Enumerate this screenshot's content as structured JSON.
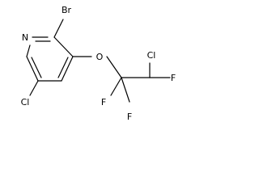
{
  "molecule": {
    "atoms": {
      "n": "N",
      "br": "Br",
      "o": "O",
      "cl_ring": "Cl",
      "cl_chain": "Cl",
      "f_chain": "F",
      "f_left": "F",
      "f_bottom": "F"
    },
    "colors": {
      "bond": "#000000",
      "label": "#000000",
      "background": "#ffffff"
    }
  }
}
